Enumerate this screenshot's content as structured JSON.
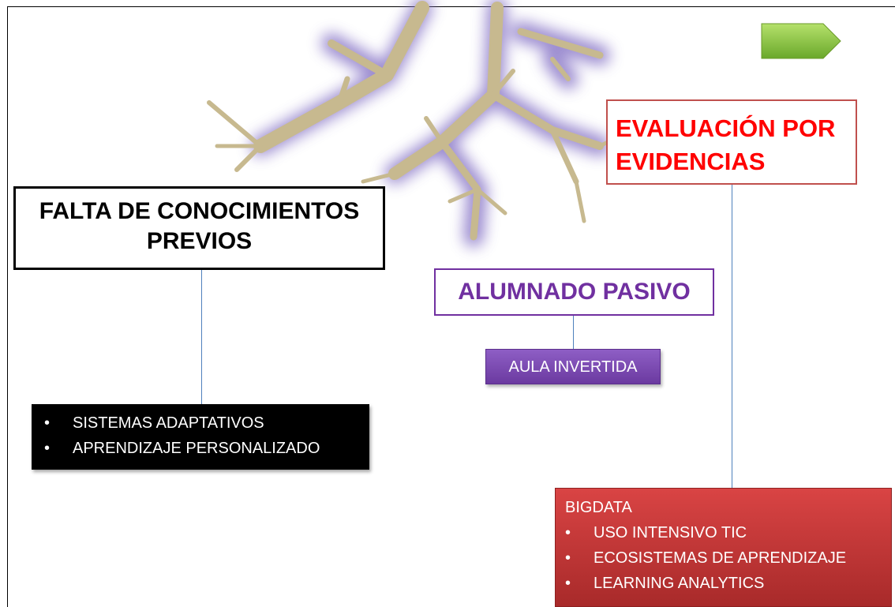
{
  "falta": {
    "line1": "FALTA DE CONOCIMIENTOS",
    "line2": "PREVIOS"
  },
  "falta_items": [
    "SISTEMAS ADAPTATIVOS",
    "APRENDIZAJE PERSONALIZADO"
  ],
  "alumnado": {
    "title": "ALUMNADO PASIVO"
  },
  "aula": {
    "label": "AULA INVERTIDA"
  },
  "evaluacion": {
    "line1": "EVALUACIÓN POR",
    "line2": "EVIDENCIAS"
  },
  "bigdata": {
    "heading": "BIGDATA",
    "items": [
      "USO INTENSIVO TIC",
      "ECOSISTEMAS DE APRENDIZAJE",
      "LEARNING ANALYTICS"
    ]
  },
  "bullet": "•",
  "colors": {
    "purple": "#7030a0",
    "red_text": "#ff0000",
    "red_border": "#c0504d",
    "connector": "#4f81bd",
    "root_fill": "#c7b98f",
    "root_glow": "#8a78c8",
    "next_arrow": "#92d050"
  }
}
